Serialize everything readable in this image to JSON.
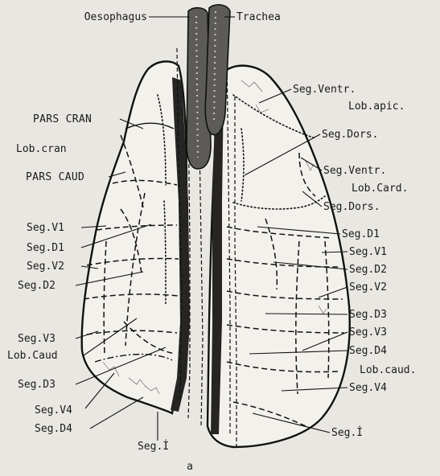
{
  "figure": {
    "caption": "a",
    "labels_left": {
      "pars_cran": "PARS CRAN",
      "lob_cran": "Lob.cran",
      "pars_caud": "PARS CAUD",
      "seg_v1": "Seg.V1",
      "seg_d1": "Seg.D1",
      "seg_v2": "Seg.V2",
      "seg_d2": "Seg.D2",
      "seg_v3": "Seg.V3",
      "lob_caud": "Lob.Caud",
      "seg_d3": "Seg.D3",
      "seg_v4": "Seg.V4",
      "seg_d4": "Seg.D4",
      "seg_i": "Seg.İ"
    },
    "labels_top": {
      "oesophagus": "Oesophagus",
      "trachea": "Trachea"
    },
    "labels_right": {
      "seg_ventr_1": "Seg.Ventr.",
      "lob_apic": "Lob.apic.",
      "seg_dors_1": "Seg.Dors.",
      "seg_ventr_2": "Seg.Ventr.",
      "lob_card": "Lob.Card.",
      "seg_dors_2": "Seg.Dors.",
      "seg_d1": "Seg.D1",
      "seg_v1": "Seg.V1",
      "seg_d2": "Seg.D2",
      "seg_v2": "Seg.V2",
      "seg_d3": "Seg.D3",
      "seg_v3": "Seg.V3",
      "seg_d4": "Seg.D4",
      "lob_caud": "Lob.caud.",
      "seg_v4": "Seg.V4",
      "seg_i": "Seg.İ"
    }
  }
}
